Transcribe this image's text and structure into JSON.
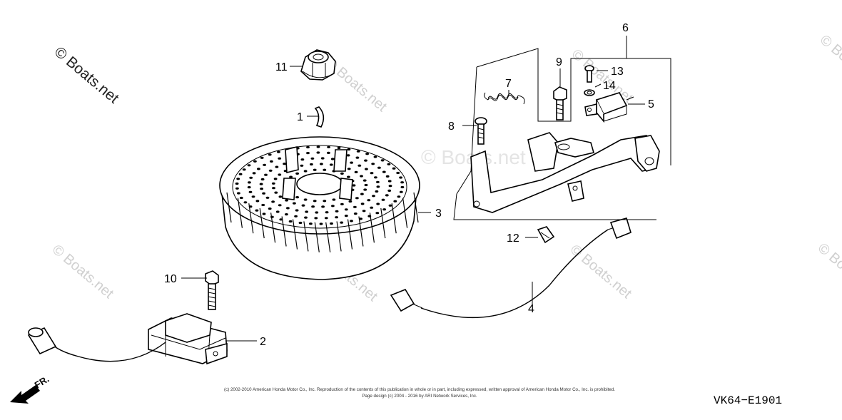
{
  "watermarks": [
    {
      "text": "© Boats.net",
      "primary": true
    },
    {
      "text": "© Boats.net"
    },
    {
      "text": "© Boats.net"
    },
    {
      "text": "© Boats.net"
    },
    {
      "text": "© Boats.net"
    },
    {
      "text": "© Boats.net"
    },
    {
      "text": "© Boats.net"
    },
    {
      "text": "© Boats.net"
    },
    {
      "text": "© Boats.net"
    }
  ],
  "callouts": [
    "1",
    "2",
    "3",
    "4",
    "5",
    "6",
    "7",
    "8",
    "9",
    "10",
    "11",
    "12",
    "13",
    "14"
  ],
  "direction_label": "FR.",
  "copyright_line_1": "(c) 2002-2010 American Honda Motor Co., Inc. Reproduction of the contents of this publication in whole or in part, including expressed, written approval of American Honda Motor Co., Inc. is prohibited.",
  "copyright_line_2": "Page design (c) 2004 - 2016 by ARI Network Services, Inc.",
  "diagram_code": "VK64−E1901",
  "colors": {
    "ink": "#000000",
    "watermark": "#d0d0d0"
  }
}
